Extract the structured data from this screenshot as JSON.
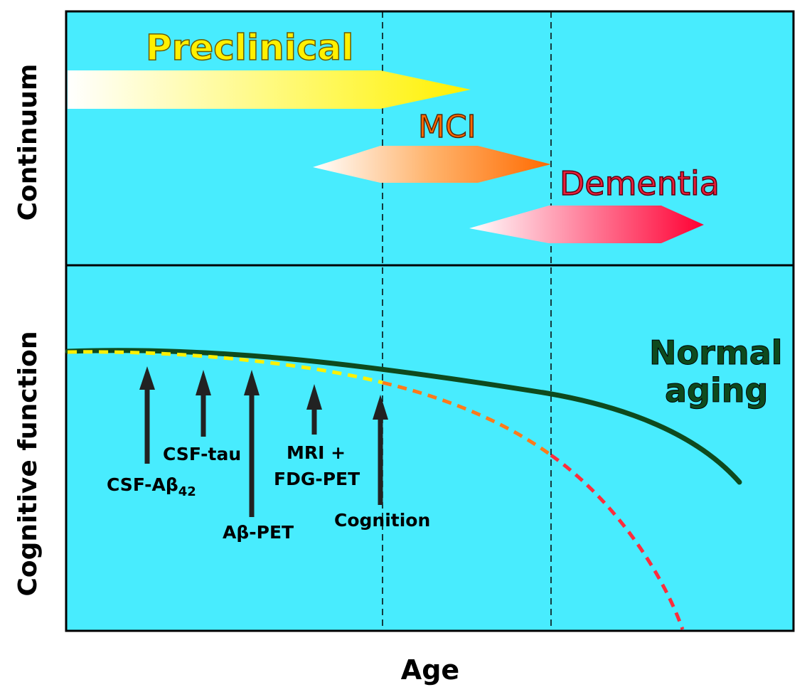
{
  "axes": {
    "x_title": "Age",
    "y_title_top": "Continuum",
    "y_title_bottom": "Cognitive function"
  },
  "stages": [
    {
      "id": "preclinical",
      "label": "Preclinical",
      "color": "#FFF000",
      "stroke": "#7a6a00"
    },
    {
      "id": "mci",
      "label": "MCI",
      "color": "#FF6A00",
      "stroke": "#5a2400"
    },
    {
      "id": "dementia",
      "label": "Dementia",
      "color": "#FF0033",
      "stroke": "#5a0010"
    }
  ],
  "biomarkers": [
    {
      "id": "csf-abeta42",
      "label_main": "CSF-Aβ",
      "label_sub": "42"
    },
    {
      "id": "csf-tau",
      "label": "CSF-tau"
    },
    {
      "id": "abeta-pet",
      "label": "Aβ-PET"
    },
    {
      "id": "mri-fdg-pet",
      "line1": "MRI +",
      "line2": "FDG-PET"
    },
    {
      "id": "cognition",
      "label": "Cognition"
    }
  ],
  "normal_aging": {
    "line1": "Normal",
    "line2": "aging",
    "color": "#0E4A1E"
  },
  "colors": {
    "background": "#48ECFE",
    "normal_curve": "#0E4A1E",
    "preclinical_dash": "#FFF000",
    "mci_dash": "#FF7A1A",
    "dementia_dash": "#FF2D3C",
    "arrow": "#222222"
  }
}
